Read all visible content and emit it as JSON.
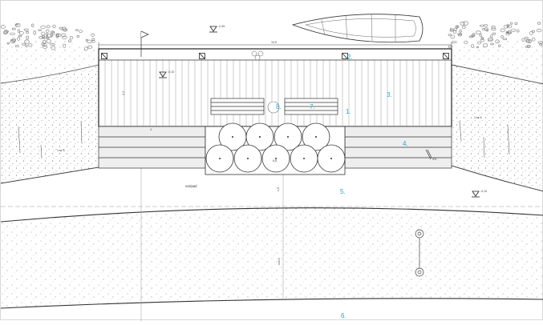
{
  "drawing": {
    "callouts": [
      "1.",
      "2.",
      "3.",
      "4.",
      "5.",
      "6.",
      "7.",
      "8."
    ],
    "elevations": {
      "top": "-0,45",
      "deck": "-0,10",
      "right": "-0,10"
    },
    "dimensions": {
      "deck_width": "10,5",
      "deck_height": "2,2",
      "step": "4",
      "bales": "6,8",
      "center_vertical": "1,5",
      "lower_axis": "cca 6"
    },
    "labels": {
      "path": "vozipad",
      "slope_left": "1:sc 6",
      "slope_right": "1:sc 6",
      "stair_tag": "4%"
    }
  }
}
